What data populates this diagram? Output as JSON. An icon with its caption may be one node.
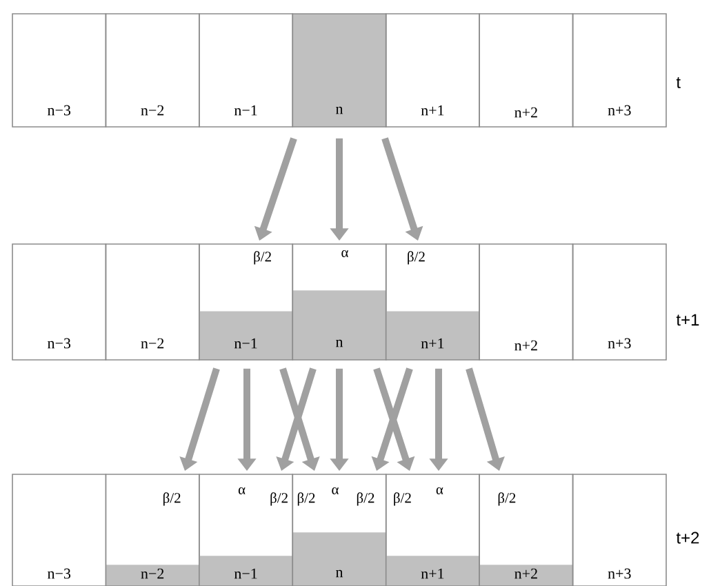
{
  "diagram": {
    "nodes": [
      {
        "text": [
          "n−3"
        ]
      },
      {
        "text": [
          "n−2"
        ]
      },
      {
        "text": [
          "n−1"
        ]
      },
      {
        "text": [
          "n"
        ]
      },
      {
        "text": [
          "n+1"
        ]
      },
      {
        "text": [
          "n+2"
        ]
      },
      {
        "text": [
          "n+3"
        ]
      },
      {
        "text": [
          "n−3"
        ]
      },
      {
        "text": [
          "n−2"
        ]
      },
      {
        "text": [
          "β/2",
          "n−1"
        ]
      },
      {
        "text": [
          "α",
          "n"
        ]
      },
      {
        "text": [
          "β/2",
          "n+1"
        ]
      },
      {
        "text": [
          "n+2"
        ]
      },
      {
        "text": [
          "n+3"
        ]
      },
      {
        "text": [
          "n−3"
        ]
      },
      {
        "text": [
          "β/2",
          "n−2"
        ]
      },
      {
        "text": [
          "α",
          "β/2",
          "n−1"
        ]
      },
      {
        "text": [
          "β/2",
          "α",
          "β/2",
          "n"
        ]
      },
      {
        "text": [
          "β/2",
          "α",
          "n+1"
        ]
      },
      {
        "text": [
          "β/2",
          "n+2"
        ]
      },
      {
        "text": [
          "n+3"
        ]
      }
    ],
    "edges": [
      {
        "from": 3,
        "to": 9,
        "arrow": "to"
      },
      {
        "from": 3,
        "to": 10,
        "arrow": "to"
      },
      {
        "from": 3,
        "to": 11,
        "arrow": "to"
      },
      {
        "from": 9,
        "to": 15,
        "arrow": "to"
      },
      {
        "from": 9,
        "to": 16,
        "arrow": "to"
      },
      {
        "from": 9,
        "to": 17,
        "arrow": "to"
      },
      {
        "from": 10,
        "to": 16,
        "arrow": "to"
      },
      {
        "from": 10,
        "to": 17,
        "arrow": "to"
      },
      {
        "from": 10,
        "to": 18,
        "arrow": "to"
      },
      {
        "from": 11,
        "to": 17,
        "arrow": "to"
      },
      {
        "from": 11,
        "to": 18,
        "arrow": "to"
      },
      {
        "from": 11,
        "to": 19,
        "arrow": "to"
      }
    ],
    "labels": [
      "t",
      "t+1",
      "t+2"
    ]
  }
}
